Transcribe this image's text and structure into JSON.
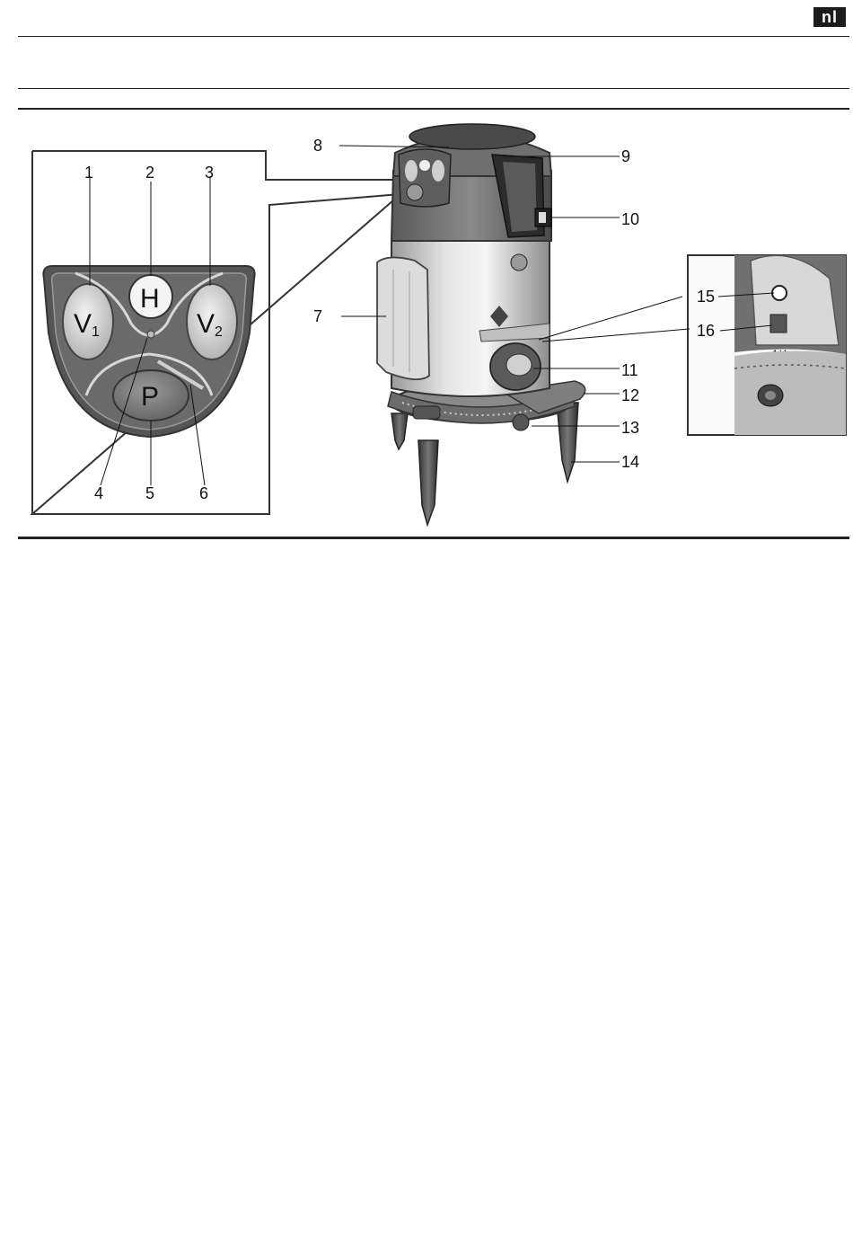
{
  "header": {
    "language_badge": "nl"
  },
  "figure": {
    "callouts": [
      "1",
      "2",
      "3",
      "4",
      "5",
      "6",
      "7",
      "8",
      "9",
      "10",
      "11",
      "12",
      "13",
      "14",
      "15",
      "16"
    ],
    "keypad": {
      "v1_label": "V",
      "v1_sub": "1",
      "h_label": "H",
      "v2_label": "V",
      "v2_sub": "2",
      "p_label": "P"
    },
    "inset_text": "1/4"
  }
}
